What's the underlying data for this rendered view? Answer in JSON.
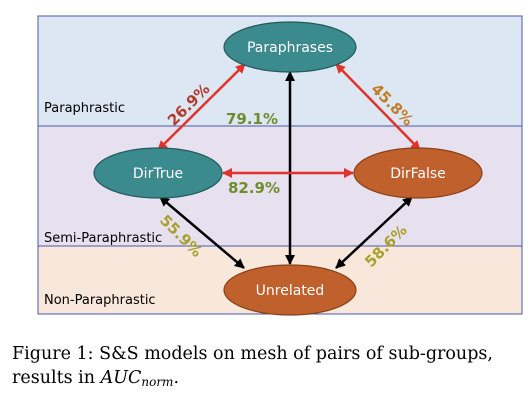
{
  "bands": {
    "paraphrastic": "Paraphrastic",
    "semi": "Semi-Paraphrastic",
    "non": "Non-Paraphrastic"
  },
  "nodes": {
    "paraphrases": "Paraphrases",
    "dirtrue": "DirTrue",
    "dirfalse": "DirFalse",
    "unrelated": "Unrelated"
  },
  "edges": {
    "para_dirtrue": "26.9%",
    "para_dirfalse": "45.8%",
    "para_unrelated": "79.1%",
    "dirtrue_dirfalse": "82.9%",
    "dirtrue_unrelated": "55.9%",
    "dirfalse_unrelated": "58.6%"
  },
  "caption": {
    "line1": "Figure 1: S&S models on mesh of pairs of sub-groups,",
    "line2_prefix": "results in ",
    "math_base": "AUC",
    "math_sub": "norm",
    "line2_suffix": "."
  },
  "colors": {
    "paraphrastic_band": "#dde7f4",
    "semi_band": "#e7e0ef",
    "non_band": "#f8e7db",
    "band_border": "#4a5aa8",
    "teal_node": "#3a8a8e",
    "orange_node": "#c0602c",
    "red_arrow": "#e0342a",
    "black_arrow": "#000000",
    "red_text": "#b23a2a",
    "orange_text": "#c27b26",
    "green_text": "#6e8e2e",
    "olive_text": "#a7a02a"
  }
}
